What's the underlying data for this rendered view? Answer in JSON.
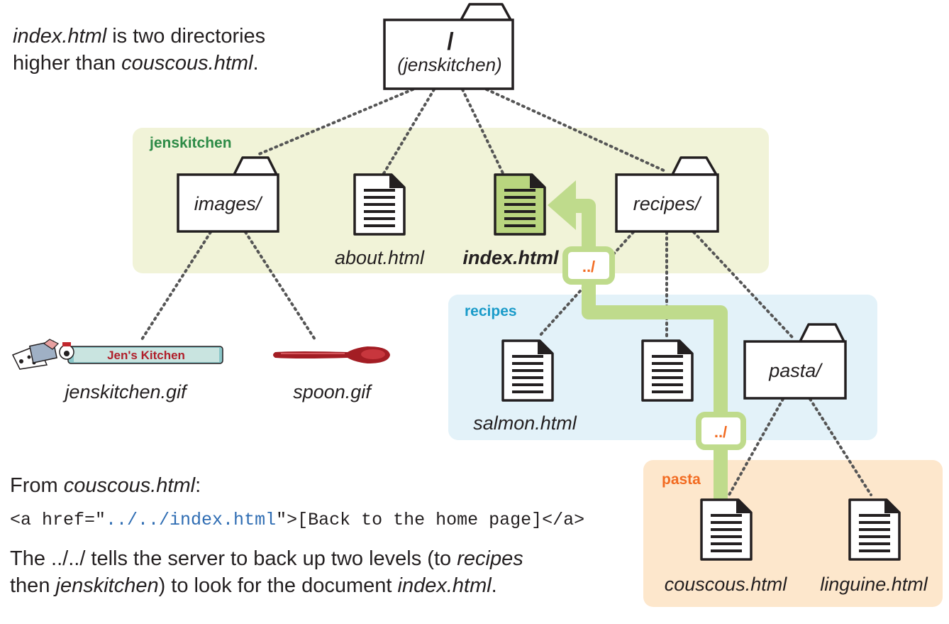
{
  "intro": {
    "line1_em": "index.html",
    "line1_rest": " is two directories",
    "line2_start": "higher than ",
    "line2_em": "couscous.html",
    "line2_end": "."
  },
  "root": {
    "symbol": "/",
    "name": "(jenskitchen)"
  },
  "regions": {
    "jenskitchen": {
      "label": "jenskitchen",
      "color": "#2e8b47",
      "bg": "#f1f3d8"
    },
    "recipes": {
      "label": "recipes",
      "color": "#1a9bc9",
      "bg": "#e3f2f9"
    },
    "pasta": {
      "label": "pasta",
      "color": "#f26b21",
      "bg": "#fde7cc"
    }
  },
  "folders": {
    "images": "images/",
    "recipes": "recipes/",
    "pasta": "pasta/"
  },
  "files": {
    "about": "about.html",
    "index": "index.html",
    "salmon": "salmon.html",
    "couscous": "couscous.html",
    "linguine": "linguine.html",
    "jenskitchen_gif": "jenskitchen.gif",
    "spoon_gif": "spoon.gif"
  },
  "logo_text": "Jen's Kitchen",
  "path_badges": [
    "../",
    "../"
  ],
  "path_color": "#bfdb8c",
  "badge_text_color": "#f26b21",
  "explanation": {
    "from_start": "From ",
    "from_em": "couscous.html",
    "from_end": ":",
    "code_open": "<a href=\"",
    "code_path": "../../index.html",
    "code_close": "\">[Back to the home page]</a>",
    "line1_start": "The ../../ tells the server to back up two levels (to ",
    "line1_em": "recipes",
    "line2_start": "then ",
    "line2_em": "jenskitchen",
    "line2_mid": ") to look for the document ",
    "line2_em2": "index.html",
    "line2_end": "."
  }
}
